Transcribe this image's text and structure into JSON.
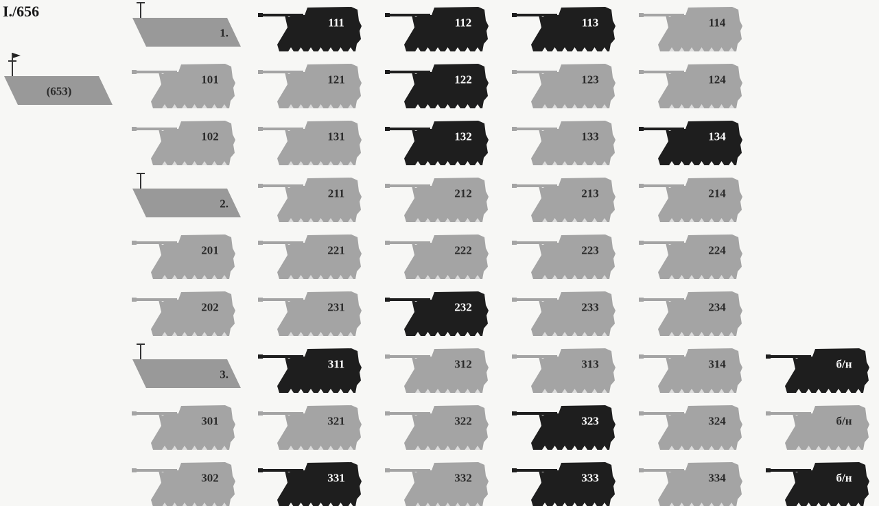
{
  "title": "I./656",
  "colors": {
    "grey_vehicle": "#a4a4a4",
    "dark_vehicle": "#1e1e1e",
    "hq_marker": "#999999",
    "text_on_grey": "#2a2a2a",
    "text_on_dark": "#ffffff",
    "background": "#f7f7f5"
  },
  "battalion_hq": {
    "label": "(653)",
    "icon": "flag-icon"
  },
  "companies": [
    {
      "hq_label": "1.",
      "hq_vehicles": [
        {
          "number": "101",
          "shade": "grey"
        },
        {
          "number": "102",
          "shade": "grey"
        }
      ],
      "rows": [
        [
          {
            "number": "111",
            "shade": "dark"
          },
          {
            "number": "112",
            "shade": "dark"
          },
          {
            "number": "113",
            "shade": "dark"
          },
          {
            "number": "114",
            "shade": "grey"
          }
        ],
        [
          {
            "number": "121",
            "shade": "grey"
          },
          {
            "number": "122",
            "shade": "dark"
          },
          {
            "number": "123",
            "shade": "grey"
          },
          {
            "number": "124",
            "shade": "grey"
          }
        ],
        [
          {
            "number": "131",
            "shade": "grey"
          },
          {
            "number": "132",
            "shade": "dark"
          },
          {
            "number": "133",
            "shade": "grey"
          },
          {
            "number": "134",
            "shade": "dark"
          }
        ]
      ],
      "extras": []
    },
    {
      "hq_label": "2.",
      "hq_vehicles": [
        {
          "number": "201",
          "shade": "grey"
        },
        {
          "number": "202",
          "shade": "grey"
        }
      ],
      "rows": [
        [
          {
            "number": "211",
            "shade": "grey"
          },
          {
            "number": "212",
            "shade": "grey"
          },
          {
            "number": "213",
            "shade": "grey"
          },
          {
            "number": "214",
            "shade": "grey"
          }
        ],
        [
          {
            "number": "221",
            "shade": "grey"
          },
          {
            "number": "222",
            "shade": "grey"
          },
          {
            "number": "223",
            "shade": "grey"
          },
          {
            "number": "224",
            "shade": "grey"
          }
        ],
        [
          {
            "number": "231",
            "shade": "grey"
          },
          {
            "number": "232",
            "shade": "dark"
          },
          {
            "number": "233",
            "shade": "grey"
          },
          {
            "number": "234",
            "shade": "grey"
          }
        ]
      ],
      "extras": []
    },
    {
      "hq_label": "3.",
      "hq_vehicles": [
        {
          "number": "301",
          "shade": "grey"
        },
        {
          "number": "302",
          "shade": "grey"
        }
      ],
      "rows": [
        [
          {
            "number": "311",
            "shade": "dark"
          },
          {
            "number": "312",
            "shade": "grey"
          },
          {
            "number": "313",
            "shade": "grey"
          },
          {
            "number": "314",
            "shade": "grey"
          }
        ],
        [
          {
            "number": "321",
            "shade": "grey"
          },
          {
            "number": "322",
            "shade": "grey"
          },
          {
            "number": "323",
            "shade": "dark"
          },
          {
            "number": "324",
            "shade": "grey"
          }
        ],
        [
          {
            "number": "331",
            "shade": "dark"
          },
          {
            "number": "332",
            "shade": "grey"
          },
          {
            "number": "333",
            "shade": "dark"
          },
          {
            "number": "334",
            "shade": "grey"
          }
        ]
      ],
      "extras": [
        {
          "number": "б/н",
          "shade": "dark"
        },
        {
          "number": "б/н",
          "shade": "grey"
        },
        {
          "number": "б/н",
          "shade": "dark"
        }
      ]
    }
  ]
}
